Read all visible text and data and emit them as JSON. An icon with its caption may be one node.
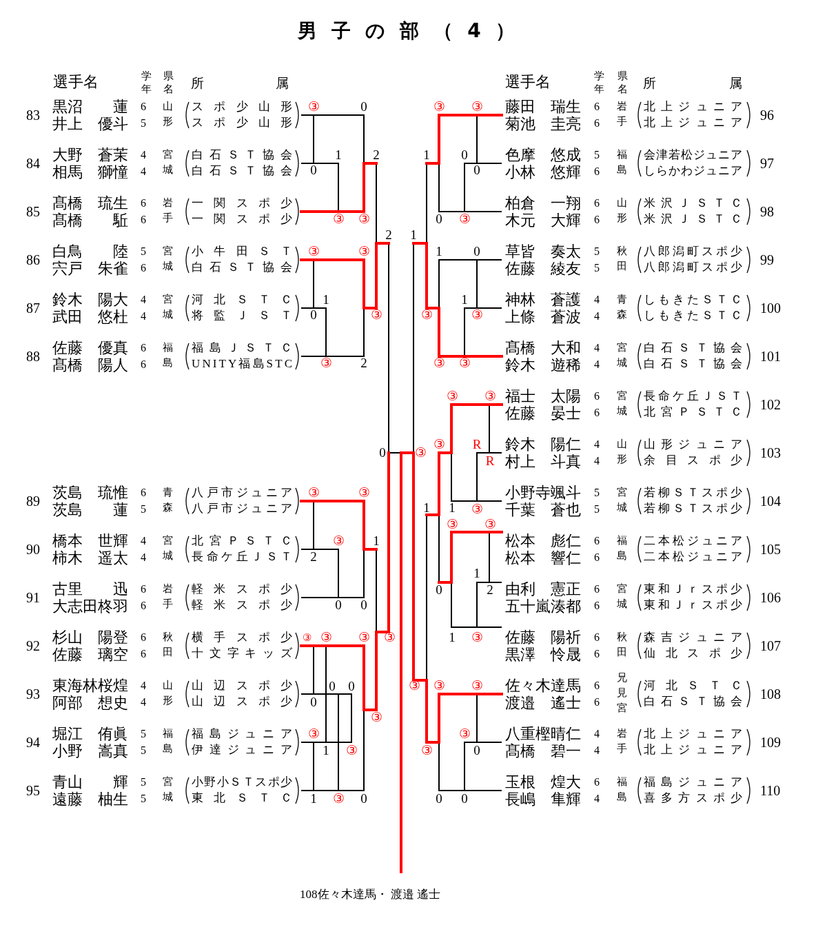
{
  "diagram": {
    "title": "男子の部（4）",
    "nodes": [
      {
        "text": [
          "黒沼 蓮",
          "井上 優斗",
          "6",
          "5",
          "山形",
          "スポ少山形",
          "スポ少山形"
        ],
        "beside": [
          "83"
        ]
      },
      {
        "text": [
          "大野 蒼茉",
          "相馬 獅憧",
          "4",
          "4",
          "宮城",
          "白石ＳＴ協会",
          "白石ＳＴ協会"
        ],
        "beside": [
          "84"
        ]
      },
      {
        "text": [
          "髙橋 琉生",
          "髙橋 駈",
          "6",
          "6",
          "岩手",
          "一関スポ少",
          "一関スポ少"
        ],
        "beside": [
          "85"
        ]
      },
      {
        "text": [
          "白鳥 陸",
          "宍戸 朱雀",
          "5",
          "6",
          "宮城",
          "小牛田ＳＴ",
          "白石ＳＴ協会"
        ],
        "beside": [
          "86"
        ]
      },
      {
        "text": [
          "鈴木 陽大",
          "武田 悠杜",
          "4",
          "4",
          "宮城",
          "河北ＳＴＣ",
          "将監ＪＳＴ"
        ],
        "beside": [
          "87"
        ]
      },
      {
        "text": [
          "佐藤 優真",
          "髙橋 陽人",
          "6",
          "6",
          "福島",
          "福島ＪＳＴＣ",
          "UNITY福島STC"
        ],
        "beside": [
          "88"
        ]
      },
      {
        "text": [
          "茨島 琉惟",
          "茨島 蓮",
          "6",
          "5",
          "青森",
          "八戸市ジュニア",
          "八戸市ジュニア"
        ],
        "beside": [
          "89"
        ]
      },
      {
        "text": [
          "橋本 世輝",
          "柿木 遥太",
          "4",
          "4",
          "宮城",
          "北宮ＰＳＴＣ",
          "長命ケ丘ＪＳＴ"
        ],
        "beside": [
          "90"
        ]
      },
      {
        "text": [
          "古里 迅",
          "大志田柊羽",
          "6",
          "6",
          "岩手",
          "軽米スポ少",
          "軽米スポ少"
        ],
        "beside": [
          "91"
        ]
      },
      {
        "text": [
          "杉山 陽登",
          "佐藤 璃空",
          "6",
          "6",
          "秋田",
          "横手スポ少",
          "十文字キッズ"
        ],
        "beside": [
          "92"
        ]
      },
      {
        "text": [
          "東海林桜煌",
          "阿部 想史",
          "4",
          "4",
          "山形",
          "山辺スポ少",
          "山辺スポ少"
        ],
        "beside": [
          "93"
        ]
      },
      {
        "text": [
          "堀江 侑眞",
          "小野 嵩真",
          "5",
          "5",
          "福島",
          "福島ジュニア",
          "伊達ジュニア"
        ],
        "beside": [
          "94"
        ]
      },
      {
        "text": [
          "青山 輝",
          "遠藤 柚生",
          "5",
          "5",
          "宮城",
          "小野小ＳＴスポ少",
          "東北ＳＴＣ"
        ],
        "beside": [
          "95"
        ]
      },
      {
        "text": [
          "藤田 瑞生",
          "菊池 圭亮",
          "6",
          "6",
          "岩手",
          "北上ジュニア",
          "北上ジュニア"
        ],
        "beside": [
          "96"
        ]
      },
      {
        "text": [
          "色摩 悠成",
          "小林 悠輝",
          "5",
          "6",
          "福島",
          "会津若松ジュニア",
          "しらかわジュニア"
        ],
        "beside": [
          "97"
        ]
      },
      {
        "text": [
          "柏倉 一翔",
          "木元 大輝",
          "6",
          "6",
          "山形",
          "米沢ＪＳＴＣ",
          "米沢ＪＳＴＣ"
        ],
        "beside": [
          "98"
        ]
      },
      {
        "text": [
          "草皆 奏太",
          "佐藤 綾友",
          "5",
          "5",
          "秋田",
          "八郎潟町スポ少",
          "八郎潟町スポ少"
        ],
        "beside": [
          "99"
        ]
      },
      {
        "text": [
          "神林 蒼護",
          "上條 蒼波",
          "4",
          "4",
          "青森",
          "しもきたＳＴＣ",
          "しもきたＳＴＣ"
        ],
        "beside": [
          "100"
        ]
      },
      {
        "text": [
          "髙橋 大和",
          "鈴木 遊稀",
          "4",
          "4",
          "宮城",
          "白石ＳＴ協会",
          "白石ＳＴ協会"
        ],
        "beside": [
          "101"
        ]
      },
      {
        "text": [
          "福士 太陽",
          "佐藤 晏士",
          "6",
          "6",
          "宮城",
          "長命ケ丘ＪＳＴ",
          "北宮ＰＳＴＣ"
        ],
        "beside": [
          "102"
        ]
      },
      {
        "text": [
          "鈴木 陽仁",
          "村上 斗真",
          "4",
          "4",
          "山形",
          "山形ジュニア",
          "余目スポ少"
        ],
        "beside": [
          "103"
        ]
      },
      {
        "text": [
          "小野寺颯斗",
          "千葉 蒼也",
          "5",
          "5",
          "宮城",
          "若柳ＳＴスポ少",
          "若柳ＳＴスポ少"
        ],
        "beside": [
          "104"
        ]
      },
      {
        "text": [
          "松本 彪仁",
          "松本 響仁",
          "6",
          "6",
          "福島",
          "二本松ジュニア",
          "二本松ジュニア"
        ],
        "beside": [
          "105"
        ]
      },
      {
        "text": [
          "由利 憲正",
          "五十嵐湊都",
          "6",
          "6",
          "宮城",
          "東和Ｊｒスポ少",
          "東和Ｊｒスポ少"
        ],
        "beside": [
          "106"
        ]
      },
      {
        "text": [
          "佐藤 陽祈",
          "黒澤 怜晟",
          "6",
          "6",
          "秋田",
          "森吉ジュニア",
          "仙北スポ少"
        ],
        "beside": [
          "107"
        ]
      },
      {
        "text": [
          "佐々木達馬",
          "渡邉 遙士",
          "6",
          "6",
          "兄見宮",
          "河北ＳＴＣ",
          "白石ＳＴ協会"
        ],
        "beside": [
          "108"
        ]
      },
      {
        "text": [
          "八重樫晴仁",
          "髙橋 碧一",
          "4",
          "4",
          "岩手",
          "北上ジュニア",
          "北上ジュニア"
        ],
        "beside": [
          "109"
        ]
      },
      {
        "text": [
          "玉根 煌大",
          "長嶋 隼輝",
          "6",
          "4",
          "福島",
          "福島ジュニア",
          "喜多方スポ少"
        ],
        "beside": [
          "110"
        ]
      }
    ],
    "edges": [
      {
        "from": 0,
        "to": 1,
        "arrow": "none"
      },
      {
        "from": 1,
        "to": 2,
        "arrow": "none"
      },
      {
        "from": 0,
        "to": 2,
        "arrow": "none"
      },
      {
        "from": 3,
        "to": 4,
        "arrow": "none"
      },
      {
        "from": 4,
        "to": 5,
        "arrow": "none"
      },
      {
        "from": 3,
        "to": 5,
        "arrow": "none"
      },
      {
        "from": 6,
        "to": 7,
        "arrow": "none"
      },
      {
        "from": 7,
        "to": 8,
        "arrow": "none"
      },
      {
        "from": 6,
        "to": 8,
        "arrow": "none"
      },
      {
        "from": 9,
        "to": 10,
        "arrow": "none"
      },
      {
        "from": 9,
        "to": 11,
        "arrow": "none"
      },
      {
        "from": 10,
        "to": 12,
        "arrow": "none"
      },
      {
        "from": 10,
        "to": 11,
        "arrow": "none"
      },
      {
        "from": 9,
        "to": 12,
        "arrow": "none"
      },
      {
        "from": 11,
        "to": 12,
        "arrow": "none"
      },
      {
        "from": 13,
        "to": 14,
        "arrow": "none"
      },
      {
        "from": 14,
        "to": 15,
        "arrow": "none"
      },
      {
        "from": 13,
        "to": 15,
        "arrow": "none"
      },
      {
        "from": 16,
        "to": 17,
        "arrow": "none"
      },
      {
        "from": 17,
        "to": 18,
        "arrow": "none"
      },
      {
        "from": 16,
        "to": 18,
        "arrow": "none"
      },
      {
        "from": 19,
        "to": 20,
        "arrow": "none"
      },
      {
        "from": 20,
        "to": 21,
        "arrow": "none"
      },
      {
        "from": 19,
        "to": 21,
        "arrow": "none"
      },
      {
        "from": 22,
        "to": 23,
        "arrow": "none"
      },
      {
        "from": 23,
        "to": 24,
        "arrow": "none"
      },
      {
        "from": 22,
        "to": 24,
        "arrow": "none"
      },
      {
        "from": 25,
        "to": 26,
        "arrow": "none"
      },
      {
        "from": 26,
        "to": 27,
        "arrow": "none"
      },
      {
        "from": 25,
        "to": 27,
        "arrow": "none"
      }
    ],
    "labels": [
      "選手名",
      "学年",
      "県名",
      "所",
      "属",
      "選手名",
      "学年",
      "県名",
      "所",
      "属",
      "③",
      "0",
      "③",
      "③",
      "1",
      "2",
      "1",
      "0",
      "0",
      "0",
      "③",
      "③",
      "0",
      "③",
      "2",
      "1",
      "③",
      "③",
      "1",
      "0",
      "1",
      "1",
      "0",
      "③",
      "③",
      "③",
      "③",
      "2",
      "③",
      "③",
      "③",
      "③",
      "③",
      "R",
      "0",
      "③",
      "R",
      "③",
      "③",
      "1",
      "1",
      "③",
      "③",
      "③",
      "③",
      "1",
      "2",
      "1",
      "0",
      "2",
      "0",
      "0",
      "③",
      "③",
      "③",
      "③",
      "1",
      "③",
      "0",
      "0",
      "③",
      "③",
      "③",
      "0",
      "③",
      "③",
      "③",
      "1",
      "③",
      "③",
      "0",
      "1",
      "③",
      "0",
      "0",
      "0",
      "108佐々木達馬・ 渡邉 遙士"
    ]
  }
}
